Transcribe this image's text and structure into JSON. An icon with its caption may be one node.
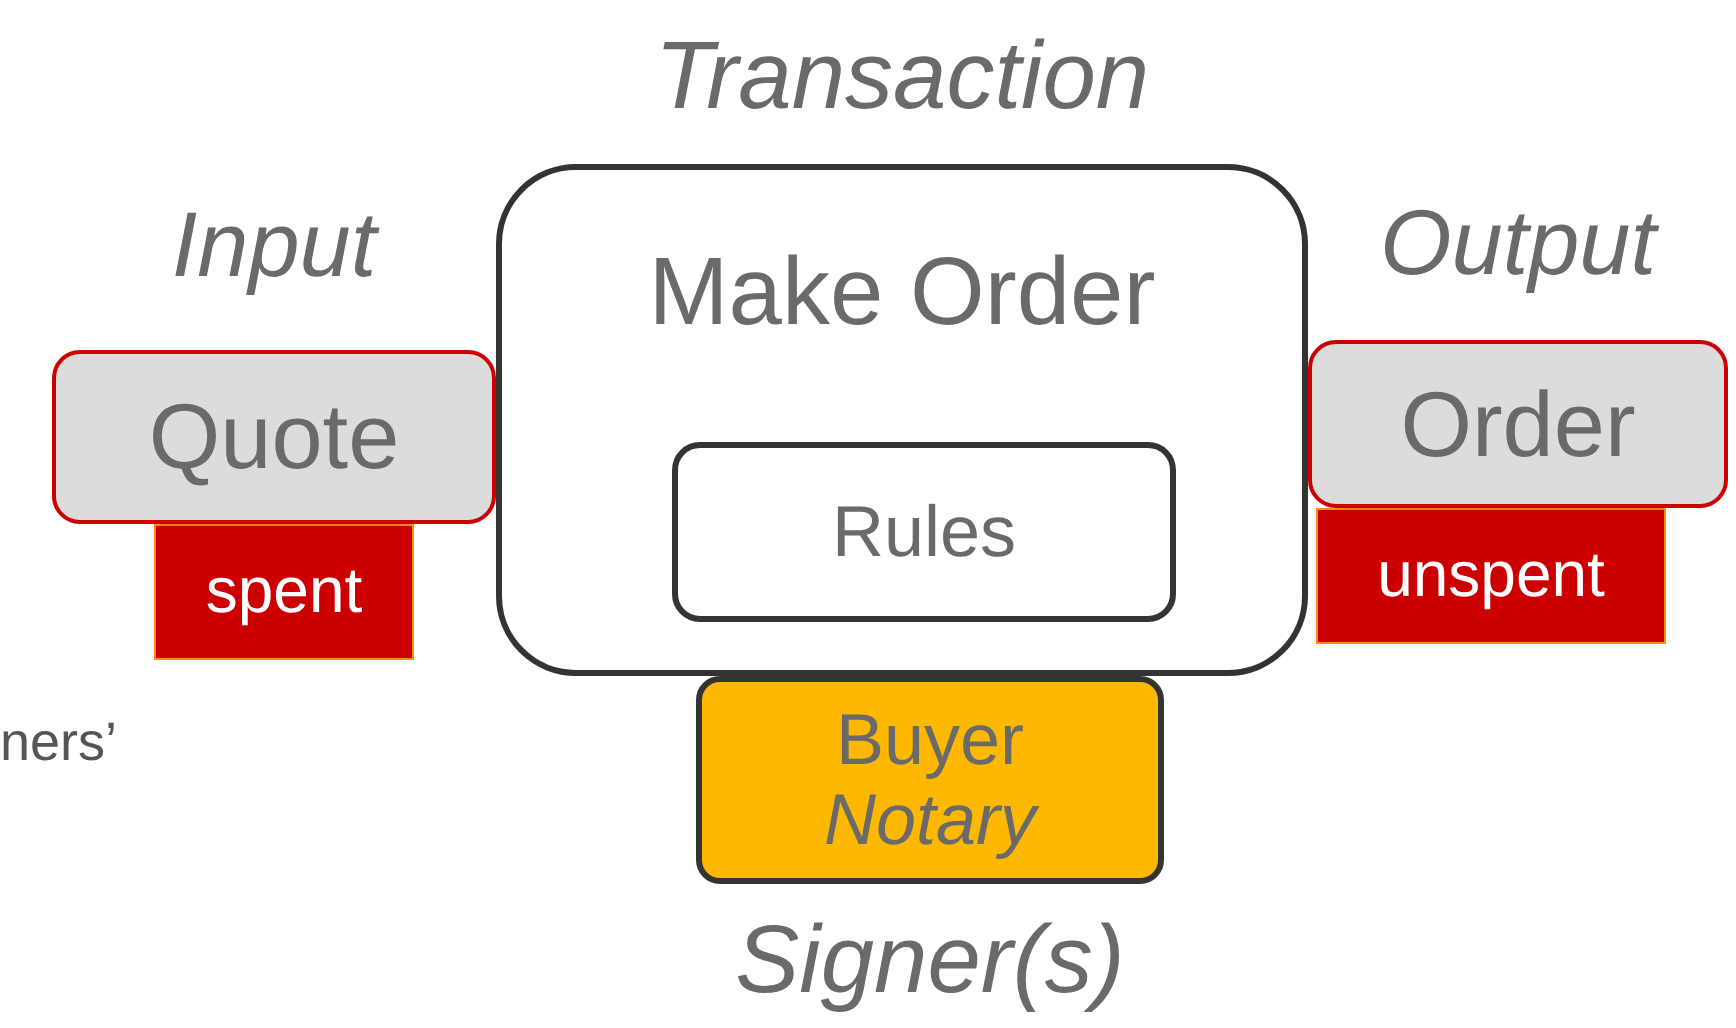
{
  "diagram": {
    "nodes": [
      {
        "text": [
          "Input",
          "Quote"
        ]
      },
      {
        "text": [
          "spent"
        ]
      },
      {
        "text": [
          "Transaction",
          "Make Order"
        ]
      },
      {
        "text": [
          "Rules"
        ],
        "in": 2
      },
      {
        "text": [
          "Buyer",
          "Notary"
        ],
        "beside": [
          "Signer(s)"
        ]
      },
      {
        "text": [
          "Output",
          "Order"
        ]
      },
      {
        "text": [
          "unspent"
        ]
      }
    ],
    "labels": [
      "ners’"
    ]
  }
}
